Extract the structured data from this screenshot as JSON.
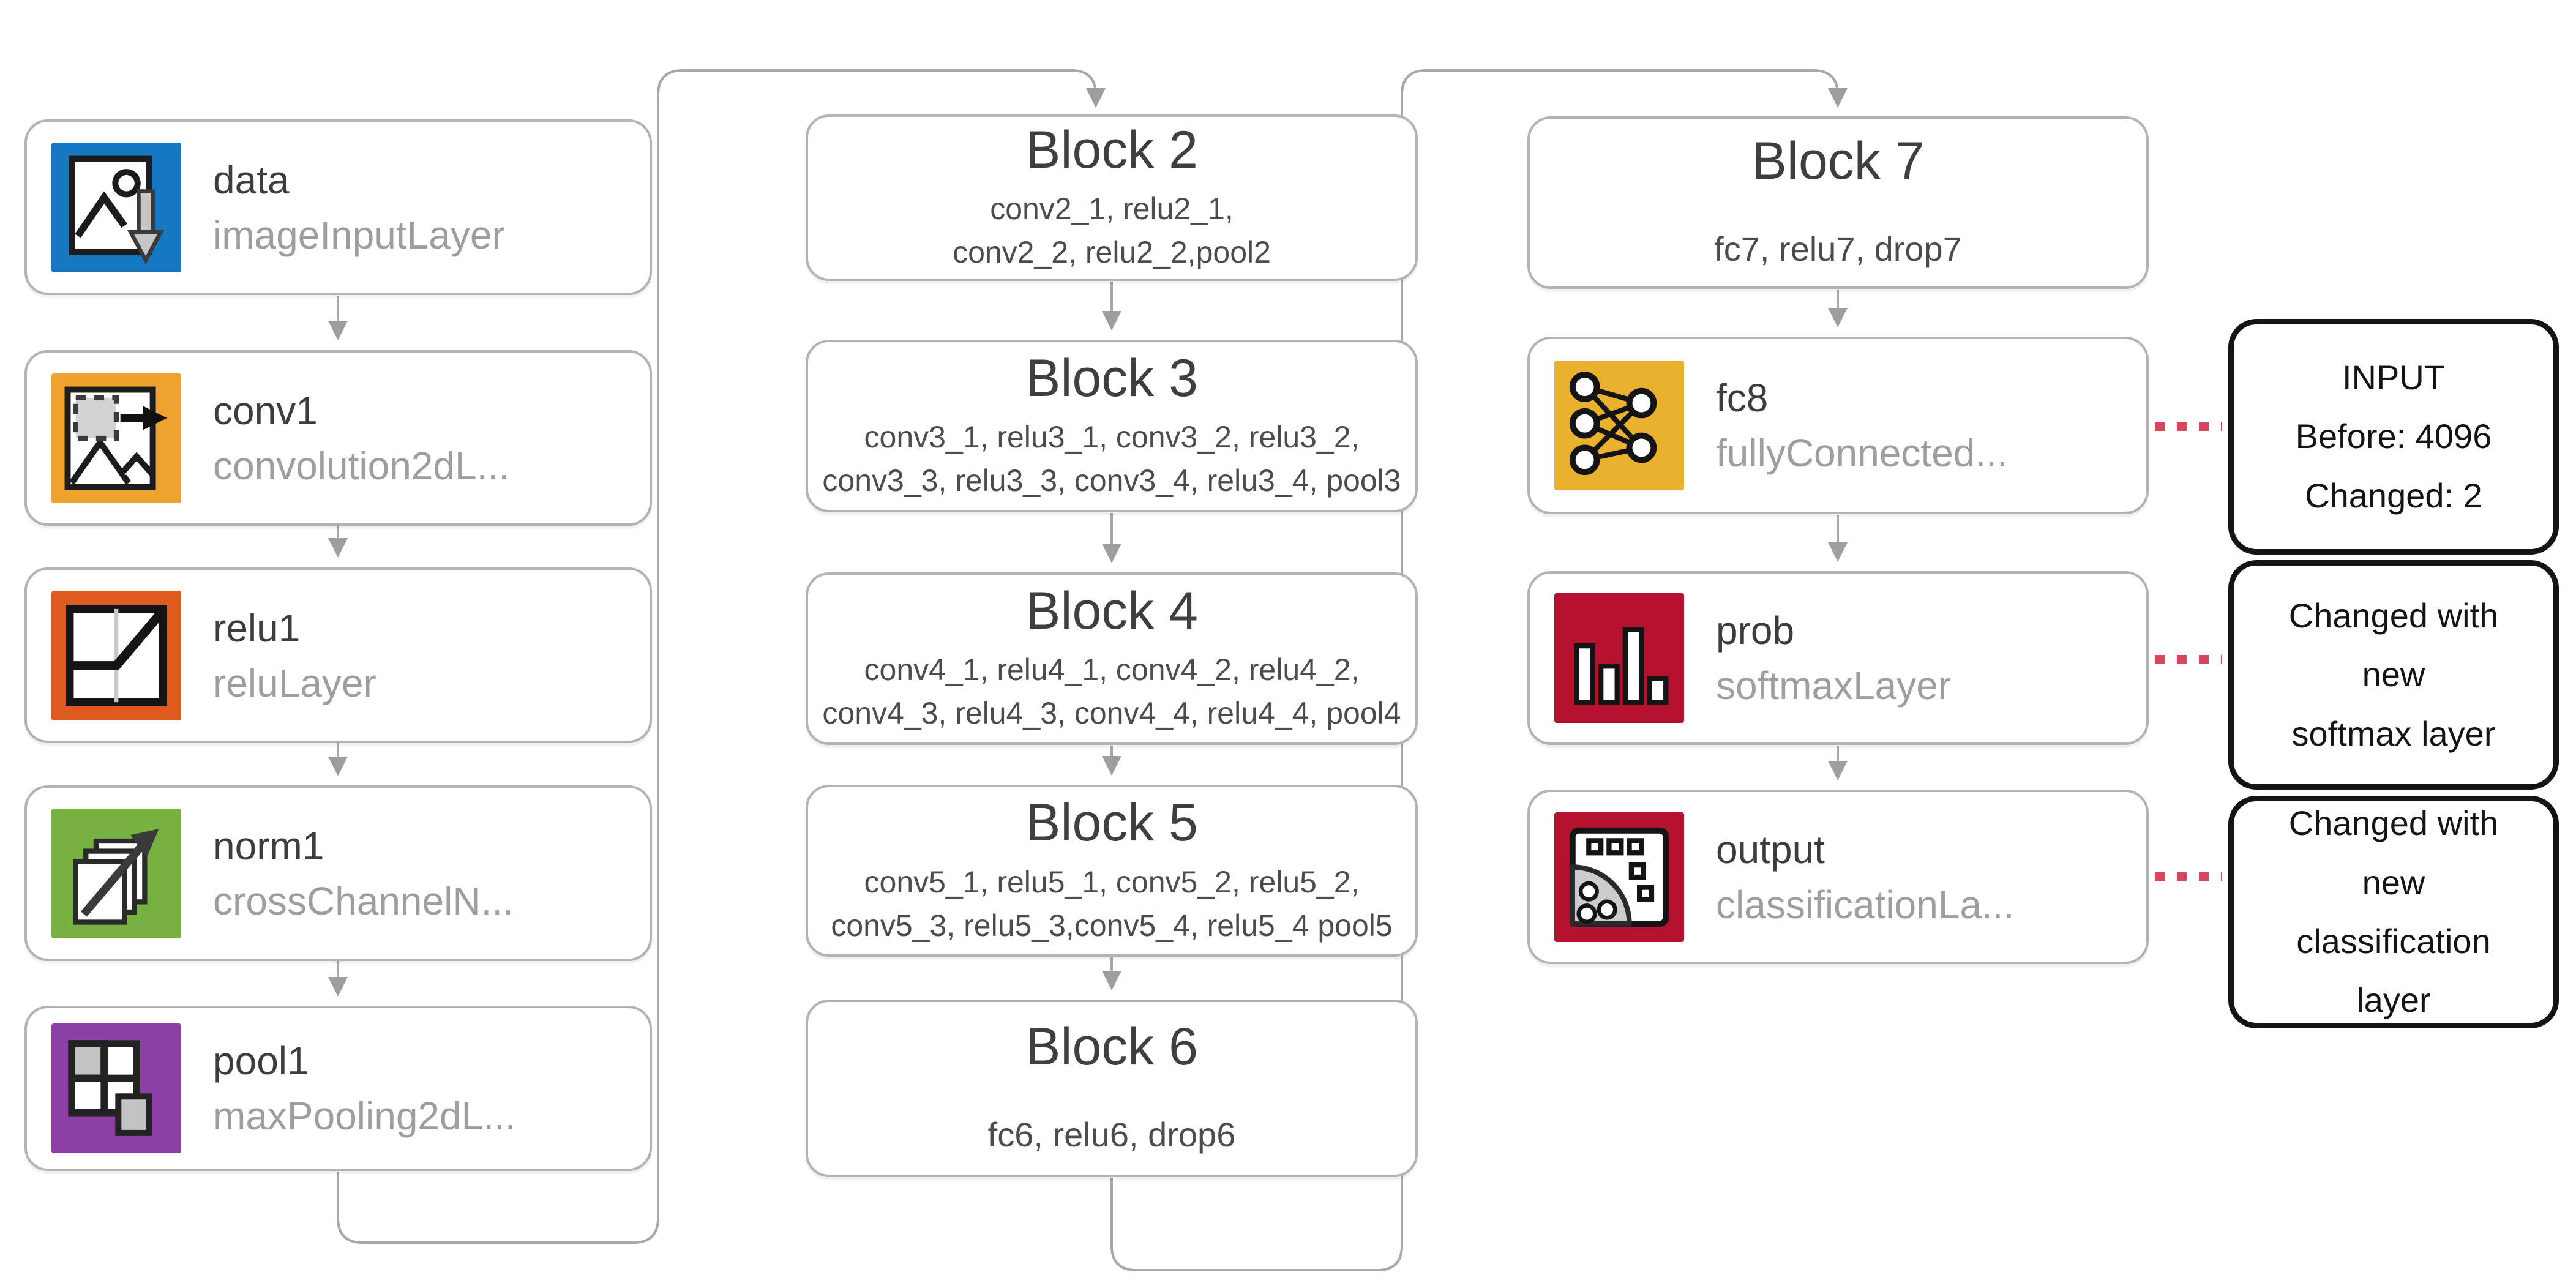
{
  "layers_col1": [
    {
      "name": "data",
      "type": "imageInputLayer",
      "icon": "image-input-icon"
    },
    {
      "name": "conv1",
      "type": "convolution2dL...",
      "icon": "convolution-icon"
    },
    {
      "name": "relu1",
      "type": "reluLayer",
      "icon": "relu-icon"
    },
    {
      "name": "norm1",
      "type": "crossChannelN...",
      "icon": "normalization-icon"
    },
    {
      "name": "pool1",
      "type": "maxPooling2dL...",
      "icon": "max-pooling-icon"
    }
  ],
  "blocks_col2": [
    {
      "title": "Block 2",
      "lines": [
        "conv2_1, relu2_1,",
        "conv2_2, relu2_2,pool2"
      ]
    },
    {
      "title": "Block 3",
      "lines": [
        "conv3_1, relu3_1, conv3_2, relu3_2,",
        "conv3_3, relu3_3, conv3_4, relu3_4, pool3"
      ]
    },
    {
      "title": "Block 4",
      "lines": [
        "conv4_1, relu4_1, conv4_2, relu4_2,",
        "conv4_3, relu4_3, conv4_4, relu4_4, pool4"
      ]
    },
    {
      "title": "Block 5",
      "lines": [
        "conv5_1, relu5_1, conv5_2, relu5_2,",
        "conv5_3, relu5_3,conv5_4, relu5_4 pool5"
      ]
    },
    {
      "title": "Block 6",
      "lines": [
        "fc6, relu6, drop6"
      ]
    }
  ],
  "col3": {
    "block7": {
      "title": "Block 7",
      "lines": [
        "fc7, relu7, drop7"
      ]
    },
    "layers": [
      {
        "name": "fc8",
        "type": "fullyConnected...",
        "icon": "fully-connected-icon"
      },
      {
        "name": "prob",
        "type": "softmaxLayer",
        "icon": "softmax-icon"
      },
      {
        "name": "output",
        "type": "classificationLa...",
        "icon": "classification-icon"
      }
    ]
  },
  "annotations": [
    {
      "lines": [
        "INPUT",
        "Before: 4096",
        "Changed: 2"
      ]
    },
    {
      "lines": [
        "Changed with",
        "new",
        "softmax layer"
      ]
    },
    {
      "lines": [
        "Changed with",
        "new",
        "classification",
        "layer"
      ]
    }
  ],
  "colors": {
    "data_input": "#1678c2",
    "convolution": "#eda32d",
    "relu": "#dd5b1d",
    "normalization": "#77b13f",
    "pooling": "#8c3fa5",
    "fully_connected": "#eab12f",
    "softmax": "#b5122f",
    "classification": "#b5122f",
    "connector_gray": "#a8a8a8",
    "callout_red": "#d9455f",
    "note_border": "#141414"
  }
}
